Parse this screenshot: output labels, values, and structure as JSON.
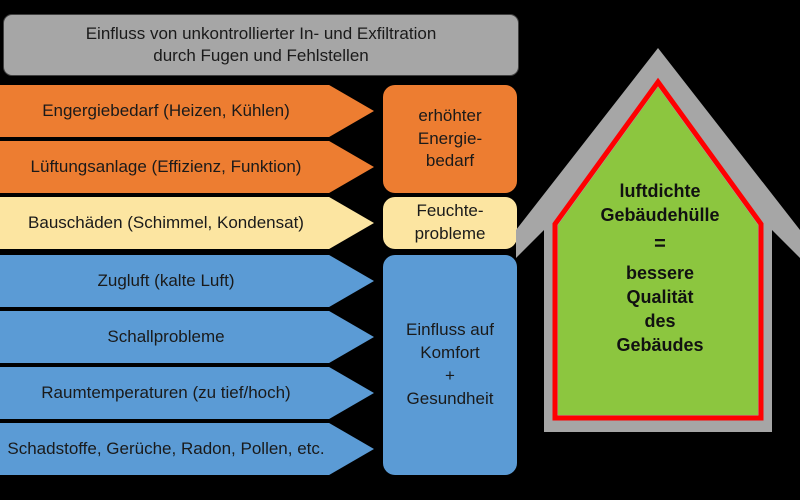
{
  "diagram": {
    "title_banner": {
      "line1": "Einfluss von unkontrollierter In- und Exfiltration",
      "line2": "durch Fugen und Fehlstellen",
      "color": "#A6A6A6"
    },
    "arrows": [
      {
        "label": "Engergiebedarf (Heizen, Kühlen)",
        "color": "#ED7D31",
        "category": "energy"
      },
      {
        "label": "Lüftungsanlage (Effizienz, Funktion)",
        "color": "#ED7D31",
        "category": "energy"
      },
      {
        "label": "Bauschäden (Schimmel, Kondensat)",
        "color": "#FCE5A1",
        "category": "moisture"
      },
      {
        "label": "Zugluft (kalte Luft)",
        "color": "#5B9BD5",
        "category": "comfort"
      },
      {
        "label": "Schallprobleme",
        "color": "#5B9BD5",
        "category": "comfort"
      },
      {
        "label": "Raumtemperaturen (zu tief/hoch)",
        "color": "#5B9BD5",
        "category": "comfort"
      },
      {
        "label": "Schadstoffe, Gerüche, Radon, Pollen, etc.",
        "color": "#5B9BD5",
        "category": "comfort"
      }
    ],
    "consequences": [
      {
        "color": "#ED7D31",
        "lines": [
          "erhöhter",
          "Energie-",
          "bedarf"
        ]
      },
      {
        "color": "#FCE5A1",
        "lines": [
          "Feuchte-",
          "probleme"
        ]
      },
      {
        "color": "#5B9BD5",
        "lines": [
          "Einfluss auf",
          "Komfort",
          "+",
          "Gesundheit"
        ]
      }
    ],
    "house": {
      "outline_color": "#A6A6A6",
      "seal_color": "#FF0000",
      "fill_color": "#8CC63F",
      "lines": [
        "luftdichte",
        "Gebäudehülle"
      ],
      "equals": "=",
      "result_lines": [
        "bessere",
        "Qualität",
        "des",
        "Gebäudes"
      ]
    }
  }
}
